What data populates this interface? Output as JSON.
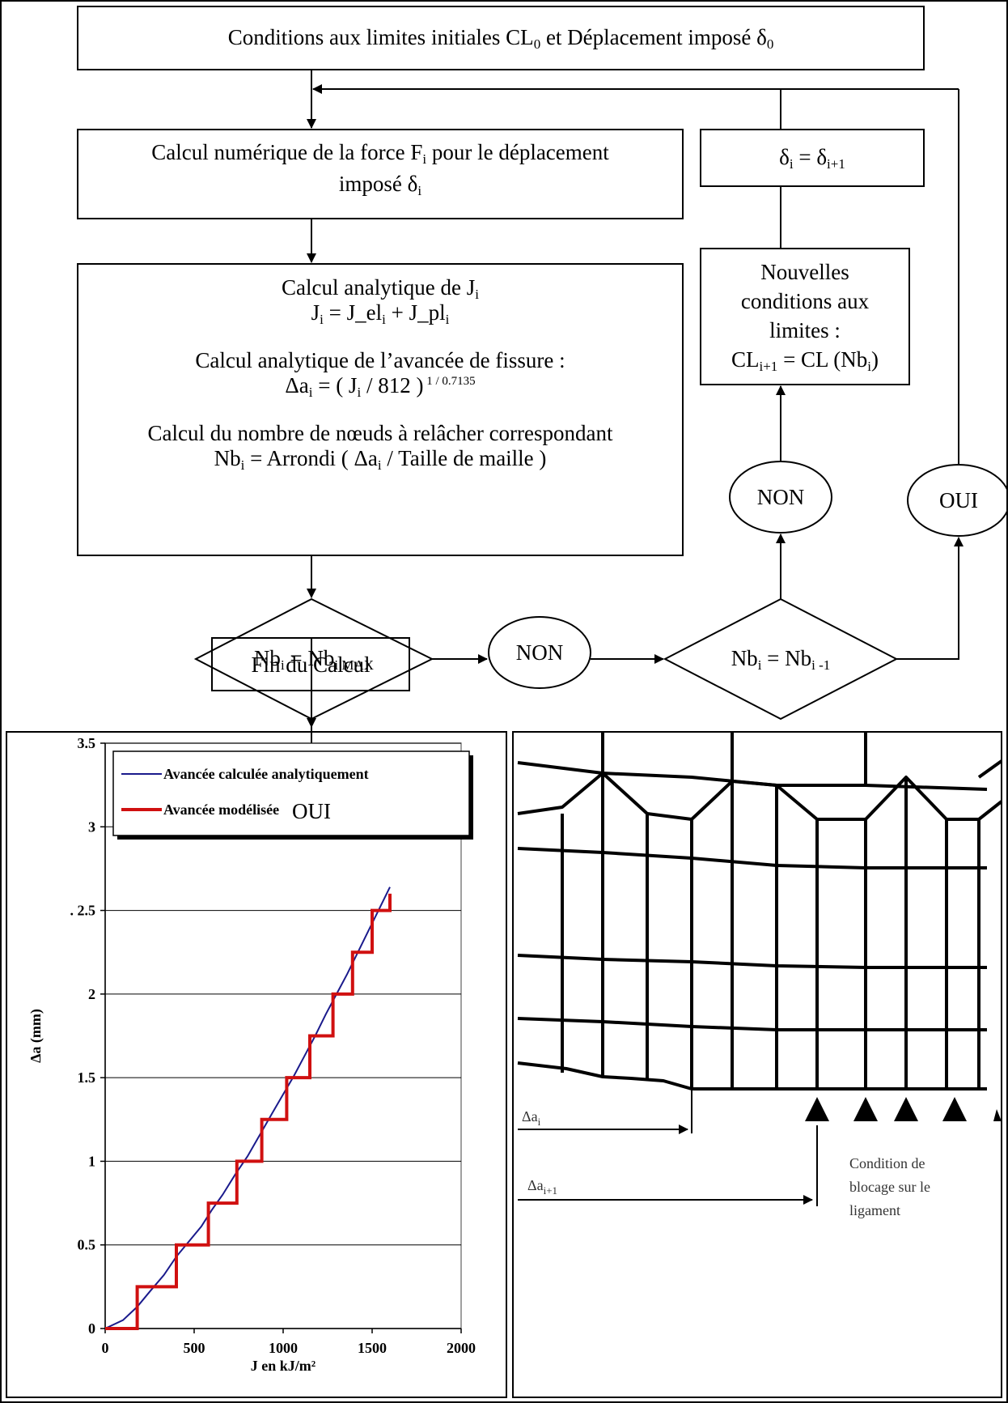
{
  "flowchart": {
    "start_box": {
      "text_a": "Conditions aux limites initiales CL",
      "sub_a": "0",
      "text_b": " et Déplacement imposé δ",
      "sub_b": "0"
    },
    "force_box": {
      "line1_a": "Calcul numérique de la force F",
      "line1_sub": "i",
      "line1_b": " pour le déplacement",
      "line2_a": "imposé δ",
      "line2_sub": "i"
    },
    "delta_box": {
      "a": "δ",
      "sub_a": "i",
      "eq": " = δ",
      "sub_b": "i+1"
    },
    "new_bc_box": {
      "l1": "Nouvelles",
      "l2": "conditions aux",
      "l3": "limites :",
      "l4_a": "CL",
      "l4_sub": "i+1",
      "l4_b": " = CL (Nb",
      "l4_sub2": "i",
      "l4_c": ")"
    },
    "calc_box": {
      "j_title_a": "Calcul analytique de J",
      "j_title_sub": "i",
      "j_eq_a": "J",
      "j_eq_sub1": "i",
      "j_eq_b": " = J_el",
      "j_eq_sub2": "i",
      "j_eq_c": " + J_pl",
      "j_eq_sub3": "i",
      "da_title": "Calcul analytique de l’avancée de fissure :",
      "da_eq_a": "Δa",
      "da_eq_sub": "i",
      "da_eq_b": " = ( J",
      "da_eq_sub2": "i",
      "da_eq_c": " / 812 )",
      "da_eq_sup": " 1 / 0.7135",
      "nb_title": "Calcul du nombre de nœuds à relâcher correspondant",
      "nb_eq_a": "Nb",
      "nb_eq_sub": "i",
      "nb_eq_b": " = Arrondi ( Δa",
      "nb_eq_sub2": "i",
      "nb_eq_c": " / Taille de maille )"
    },
    "decision1": {
      "a": "Nb",
      "sub_a": "i",
      "b": " = Nb",
      "sub_b": "i MAX"
    },
    "decision2": {
      "a": "Nb",
      "sub_a": "i",
      "b": " = Nb",
      "sub_b": "i -1"
    },
    "oval_non_mid": "NON",
    "oval_non_right": "NON",
    "oval_oui_right": "OUI",
    "oval_oui_bottom": "OUI",
    "end_box": "Fin du Calcul"
  },
  "chart_data": {
    "type": "line",
    "xlabel": "J en kJ/m²",
    "ylabel": "Δa (mm)",
    "xlim": [
      0,
      2000
    ],
    "ylim": [
      0,
      3.5
    ],
    "xticks": [
      "0",
      "500",
      "1000",
      "1500",
      "2000"
    ],
    "yticks": [
      "0",
      "0.5",
      "1",
      "1.5",
      "2",
      "2.5",
      "3",
      "3.5"
    ],
    "ytick_2_5_label": ". 2.5",
    "grid": "horizontal",
    "legend_position": "top-left",
    "series": [
      {
        "name": "Avancée calculée analytiquement",
        "color": "#1a1a8c",
        "x": [
          0,
          100,
          180,
          250,
          330,
          400,
          470,
          540,
          600,
          660,
          730,
          800,
          870,
          940,
          1000,
          1060,
          1120,
          1180,
          1240,
          1300,
          1360,
          1420,
          1480,
          1540,
          1600
        ],
        "y": [
          0,
          0.05,
          0.13,
          0.22,
          0.32,
          0.43,
          0.52,
          0.61,
          0.71,
          0.8,
          0.92,
          1.03,
          1.16,
          1.29,
          1.4,
          1.51,
          1.63,
          1.75,
          1.88,
          2.0,
          2.12,
          2.25,
          2.38,
          2.51,
          2.64
        ]
      },
      {
        "name": "Avancée modélisée",
        "color": "#d01010",
        "x": [
          0,
          180,
          180,
          400,
          400,
          580,
          580,
          740,
          740,
          880,
          880,
          1020,
          1020,
          1150,
          1150,
          1280,
          1280,
          1390,
          1390,
          1500,
          1500,
          1600,
          1600
        ],
        "y": [
          0,
          0,
          0.25,
          0.25,
          0.5,
          0.5,
          0.75,
          0.75,
          1.0,
          1.0,
          1.25,
          1.25,
          1.5,
          1.5,
          1.75,
          1.75,
          2.0,
          2.0,
          2.25,
          2.25,
          2.5,
          2.5,
          2.6
        ]
      }
    ]
  },
  "mesh": {
    "label_da_i_a": "Δa",
    "label_da_i_sub": "i",
    "label_da_i1_a": "Δa",
    "label_da_i1_sub": "i+1",
    "caption_l1": "Condition de",
    "caption_l2": "blocage sur le",
    "caption_l3": "ligament"
  }
}
